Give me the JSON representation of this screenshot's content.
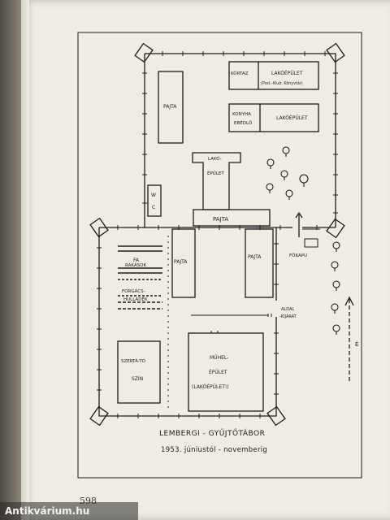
{
  "labels": {
    "pajta_top": "PAJTA",
    "kortaz": "KÓRTAZ",
    "lakoepulet_1": "LAKÓÉPÜLET",
    "lakoepulet_1_sub": "(Psst.-Klub, Könyvtár)",
    "konyha": "KONYHA",
    "ebedlo": "EBÉDLŐ",
    "lakoepulet_2": "LAKÓÉPÜLET",
    "lako_1": "LAKÓ-",
    "lako_2": "ÉPÜLET",
    "wc_w": "W",
    "wc_c": "C",
    "pajta_mid": "PAJTA",
    "pajta_left": "PAJTA",
    "pajta_right": "PAJTA",
    "fa": "FA",
    "rakasok": "RAKÁSOK",
    "forgacs": "FORGÁCS-",
    "hulladek": "HULLADÉK",
    "foradu": "FŐKAPU",
    "aldal_1": "ALDAL",
    "aldal_2": "-KIJÁRAT",
    "szertar_1": "SZERTÁ-TÓ",
    "szertar_2": "SZÍN",
    "muhely_1": "MŰHEL-",
    "muhely_2": "ÉPÜLET",
    "muhely_3": "(LAKÓÉPÜLET!)",
    "north": "É",
    "title_1": "LEMBERGI - GYŰJTŐTÁBOR",
    "title_2": "1953. júniustól - novemberig"
  },
  "page_number": "598",
  "watermark": "Antikvárium.hu"
}
